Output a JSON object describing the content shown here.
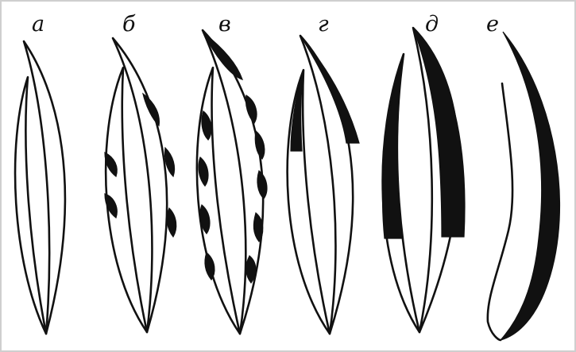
{
  "figure": {
    "panels": [
      {
        "label": "а",
        "icon": "unpigmented-spikelet-glumes-icon"
      },
      {
        "label": "б",
        "icon": "spotted-margin-glumes-icon"
      },
      {
        "label": "в",
        "icon": "many-spotted-glumes-icon"
      },
      {
        "label": "г",
        "icon": "black-tipped-glumes-icon"
      },
      {
        "label": "д",
        "icon": "mostly-black-glumes-icon"
      },
      {
        "label": "е",
        "icon": "curved-awn-icon"
      }
    ],
    "colors": {
      "ink": "#111111",
      "paper": "#ffffff",
      "frame": "#c8c8c8"
    }
  }
}
